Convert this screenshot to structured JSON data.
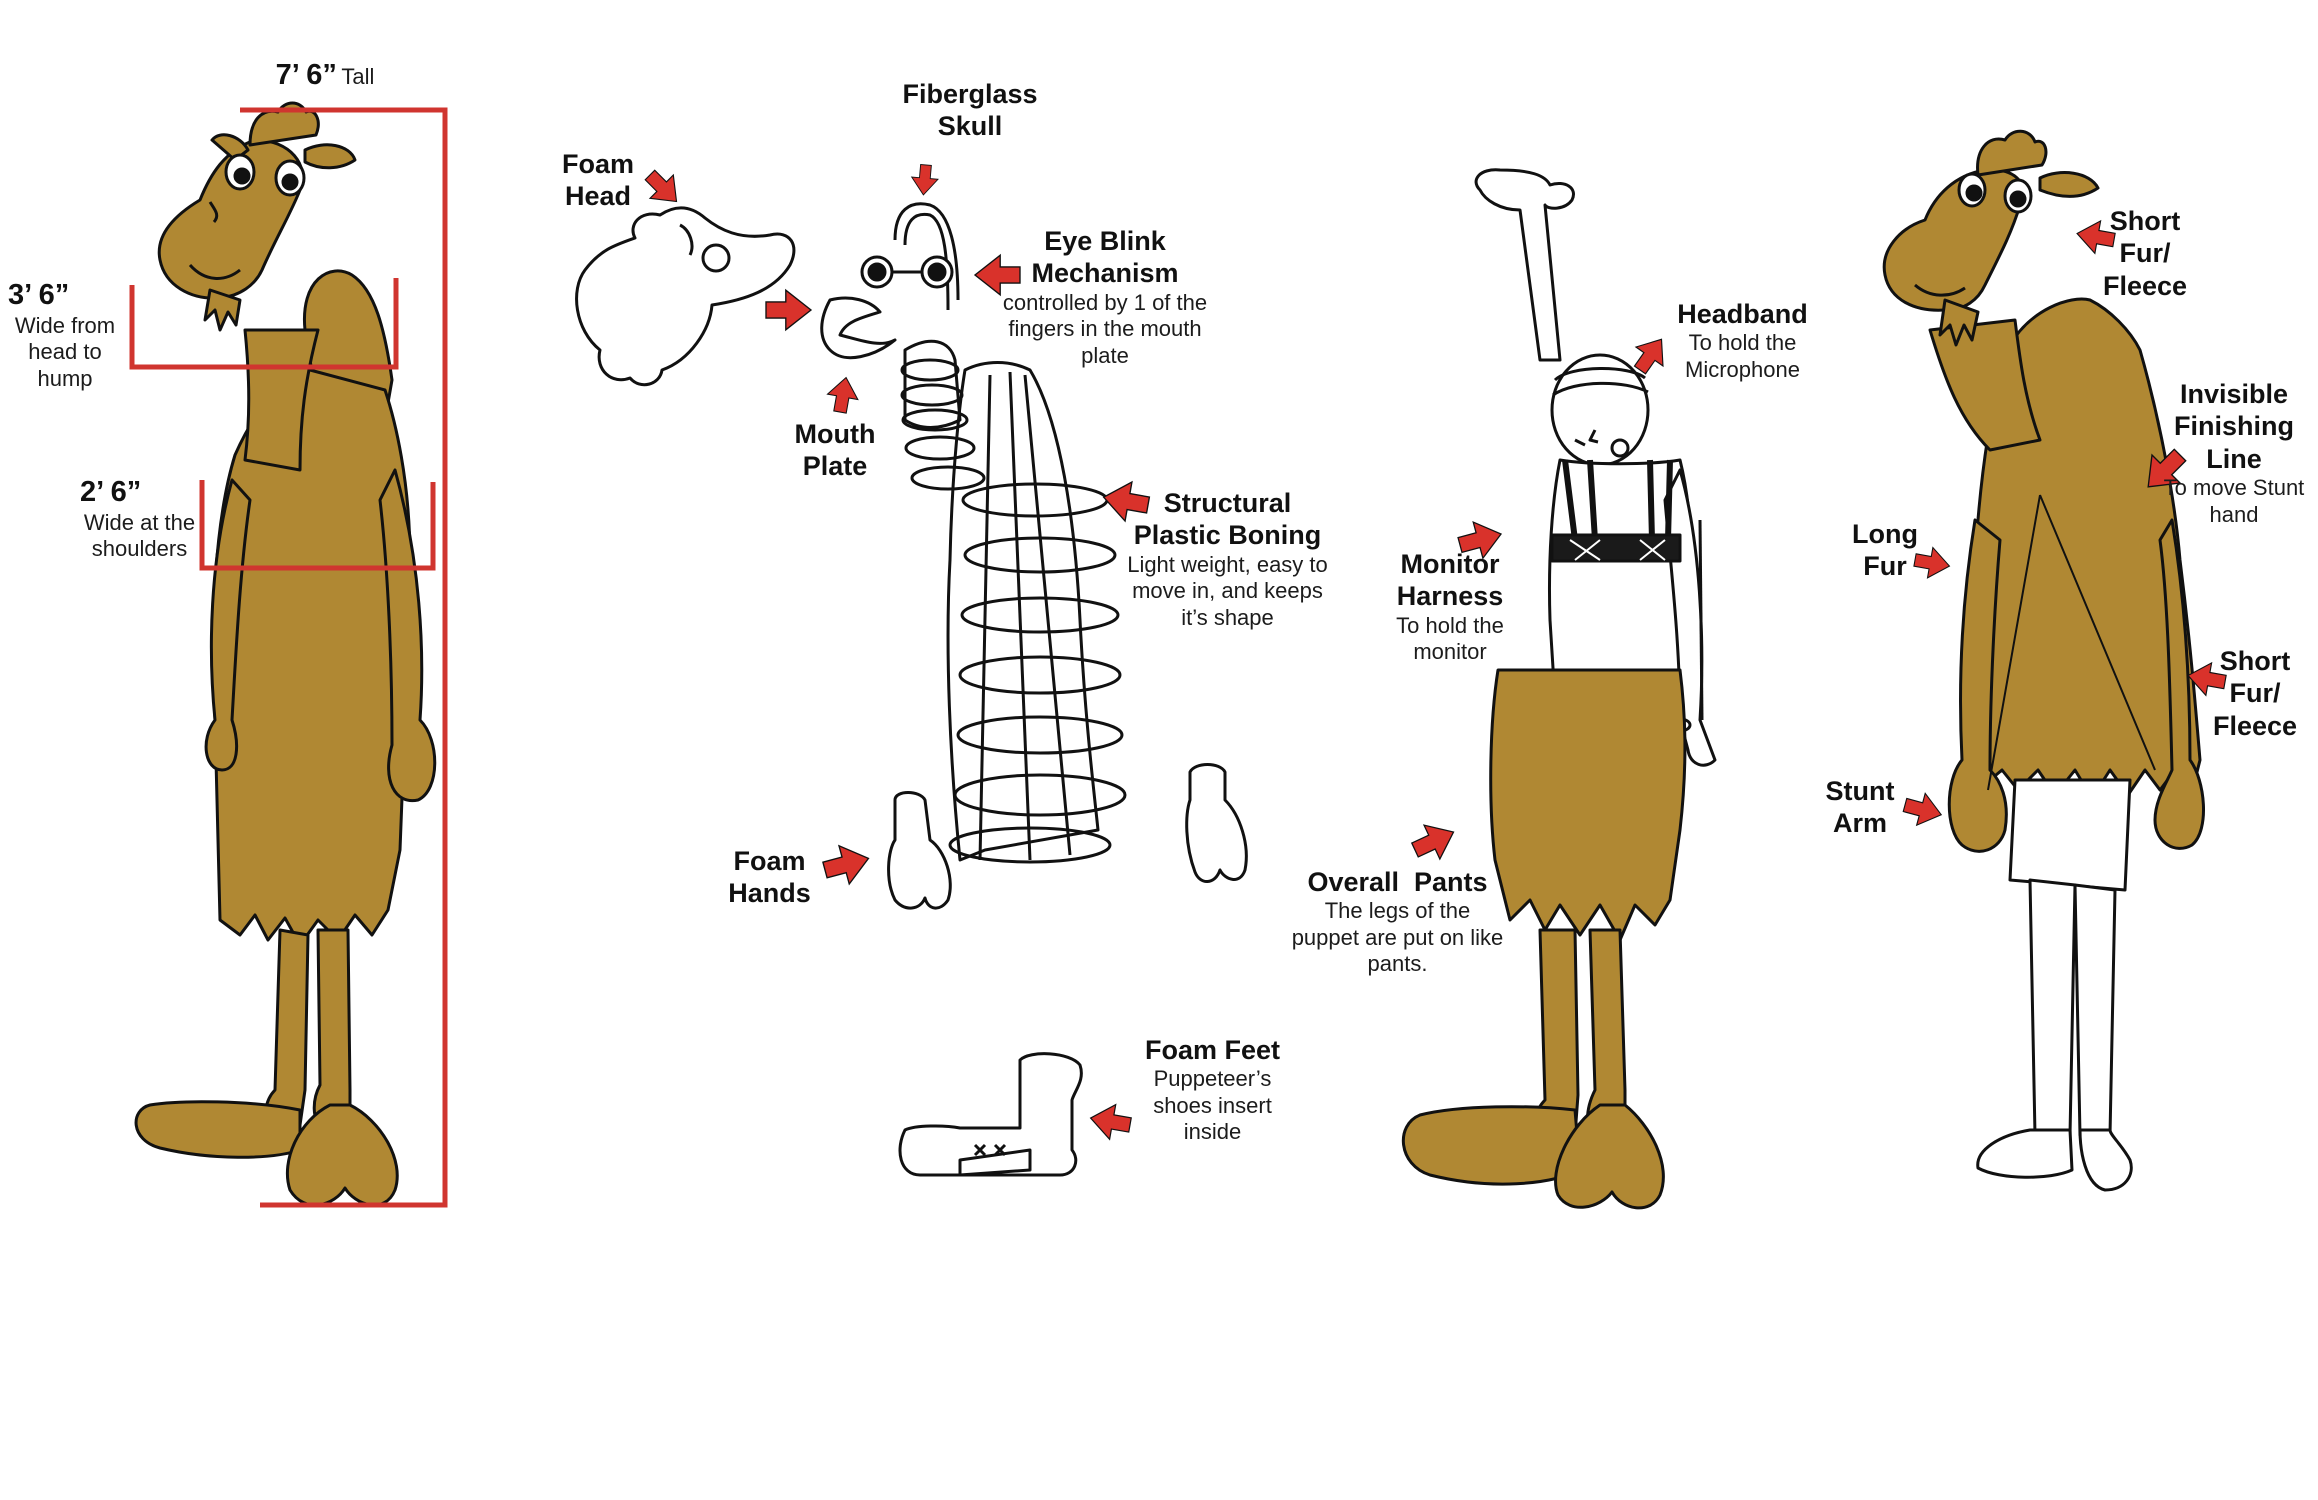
{
  "colors": {
    "fur": "#b08833",
    "fur_dark": "#9a742a",
    "outline": "#111111",
    "measure_line": "#d0352f",
    "arrow": "#d9322b",
    "harness": "#1a1a1a"
  },
  "measurements": {
    "height": {
      "value": "7’ 6”",
      "note": "Tall"
    },
    "head_to_hump": {
      "value": "3’ 6”",
      "note": "Wide from head to hump"
    },
    "shoulders": {
      "value": "2’ 6”",
      "note": "Wide at the shoulders"
    }
  },
  "labels": {
    "foam_head": {
      "title": "Foam Head",
      "note": ""
    },
    "fiberglass_skull": {
      "title": "Fiberglass Skull",
      "note": ""
    },
    "eye_blink": {
      "title": "Eye Blink Mechanism",
      "note": "controlled by 1 of the fingers in the mouth plate"
    },
    "mouth_plate": {
      "title": "Mouth Plate",
      "note": ""
    },
    "structural_boning": {
      "title": "Structural Plastic Boning",
      "note": "Light weight, easy to move in, and keeps it’s shape"
    },
    "foam_hands": {
      "title": "Foam Hands",
      "note": ""
    },
    "foam_feet": {
      "title": "Foam Feet",
      "note": "Puppeteer’s shoes insert inside"
    },
    "headband": {
      "title": "Headband",
      "note": "To hold the Microphone"
    },
    "monitor_harness": {
      "title": "Monitor Harness",
      "note": "To hold the monitor"
    },
    "overall_pants": {
      "title": "Overall  Pants",
      "note": "The legs of the puppet are put on like pants."
    },
    "short_fur_top": {
      "title": "Short Fur/ Fleece",
      "note": ""
    },
    "finishing_line": {
      "title": "Invisible Finishing Line",
      "note": "To move Stunt hand"
    },
    "long_fur": {
      "title": "Long Fur",
      "note": ""
    },
    "short_fur_side": {
      "title": "Short Fur/ Fleece",
      "note": ""
    },
    "stunt_arm": {
      "title": "Stunt Arm",
      "note": ""
    }
  },
  "icons": [
    "camel-full-figure",
    "foam-head-icon",
    "skull-cage-icon",
    "foam-hand-icon",
    "foam-foot-icon",
    "puppeteer-harness-figure",
    "camel-back-figure",
    "red-arrow-icon"
  ]
}
